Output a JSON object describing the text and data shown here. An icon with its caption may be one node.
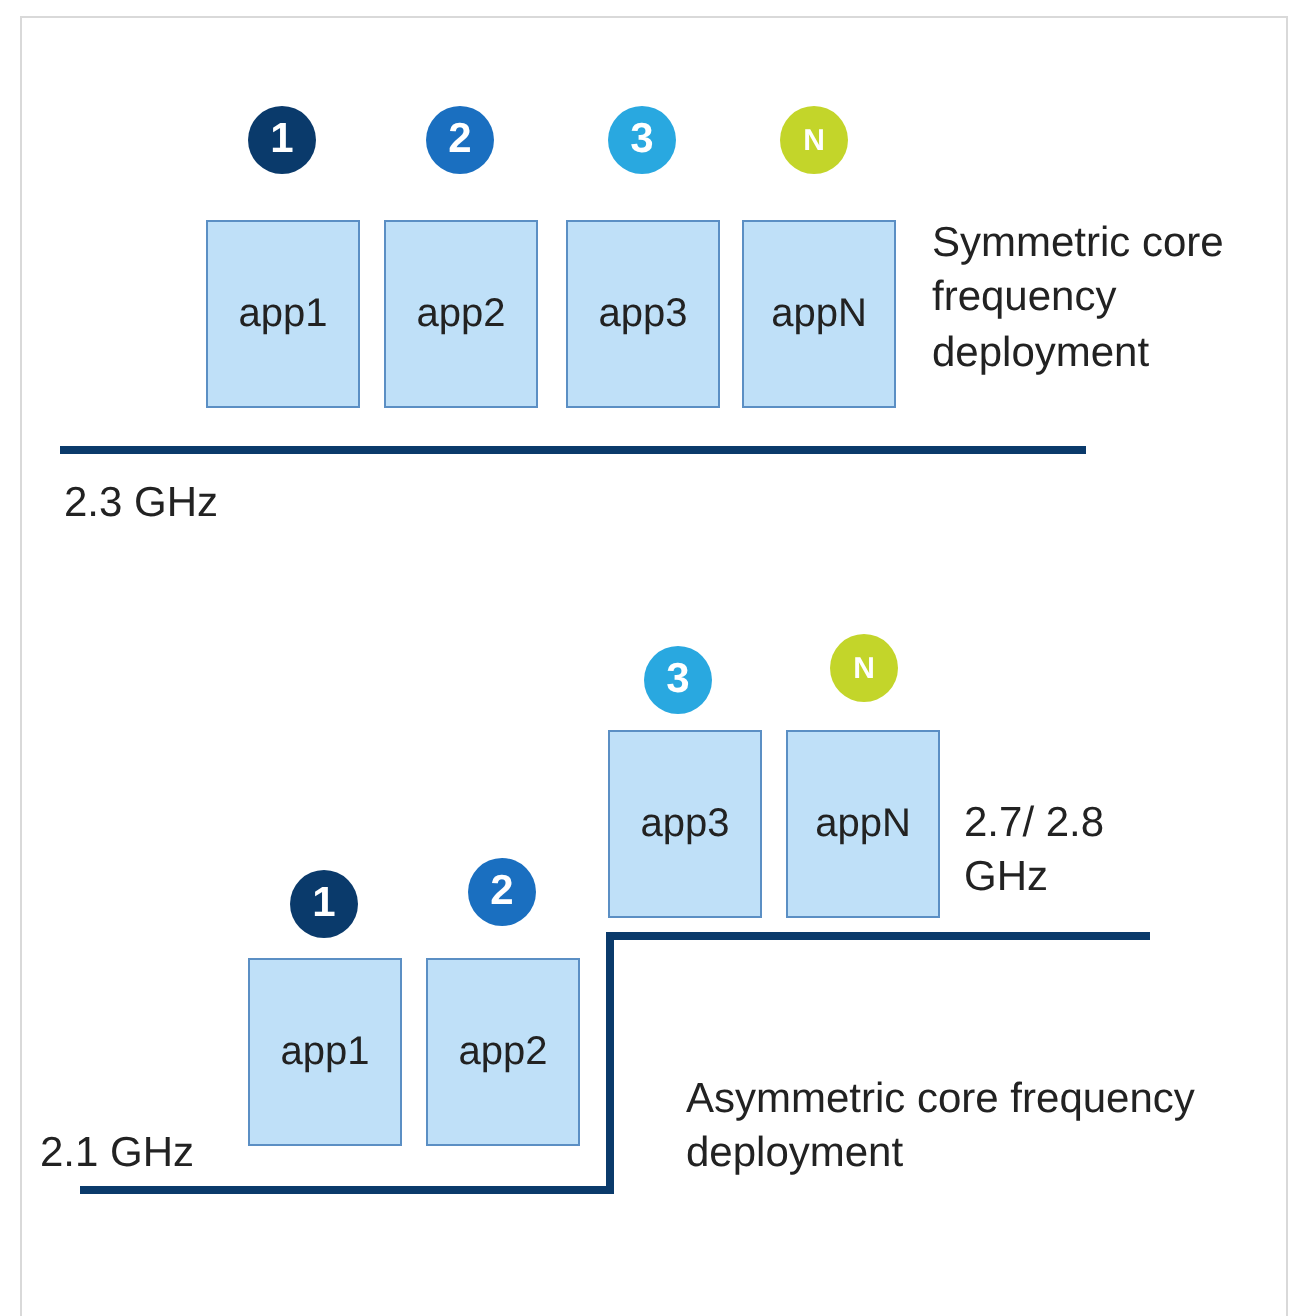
{
  "diagram": {
    "nodes": [
      {
        "text": [
          "1"
        ]
      },
      {
        "text": [
          "2"
        ]
      },
      {
        "text": [
          "3"
        ]
      },
      {
        "text": [
          "N"
        ]
      },
      {
        "text": [
          "app1"
        ]
      },
      {
        "text": [
          "app2"
        ]
      },
      {
        "text": [
          "app3"
        ]
      },
      {
        "text": [
          "appN"
        ]
      },
      {
        "text": [
          "3"
        ]
      },
      {
        "text": [
          "N"
        ]
      },
      {
        "text": [
          "app3"
        ]
      },
      {
        "text": [
          "appN"
        ]
      },
      {
        "text": [
          "1"
        ]
      },
      {
        "text": [
          "2"
        ]
      },
      {
        "text": [
          "app1"
        ]
      },
      {
        "text": [
          "app2"
        ]
      }
    ],
    "labels": [
      "Symmetric core frequency deployment",
      "2.3 GHz",
      "2.7/ 2.8 GHz",
      "2.1 GHz",
      "Asymmetric core frequency deployment"
    ]
  }
}
